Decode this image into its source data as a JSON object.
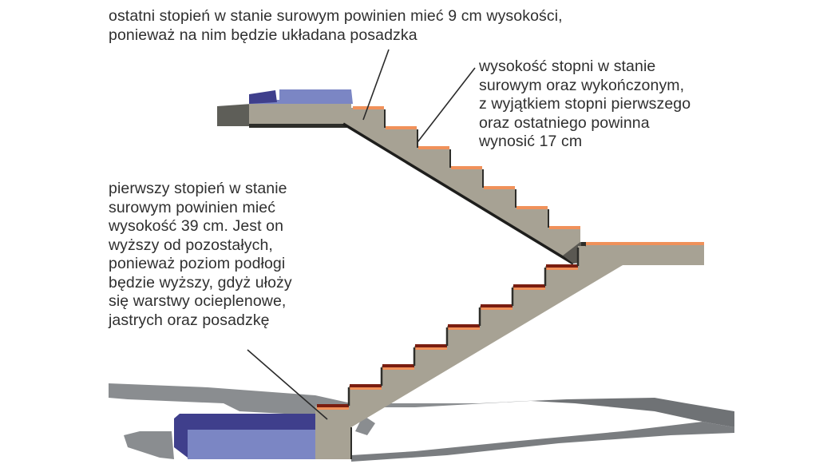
{
  "diagram": {
    "subject": "concrete staircase cross-section with landings",
    "colors": {
      "concrete": "#a7a294",
      "concrete_dark": "#5e5e58",
      "tread_orange": "#f0915a",
      "tread_dark_red": "#7a1d10",
      "finish_blue": "#7b86c4",
      "finish_blue_dark": "#3f3f8c",
      "shadow_grey": "#8a8d90",
      "leader_line": "#2a2a2a",
      "text": "#2f2f2f"
    },
    "annotations": {
      "last_step": {
        "lines": [
          "ostatni stopień w stanie surowym powinien mieć 9 cm wysokości,",
          "ponieważ na nim będzie układana posadzka"
        ]
      },
      "step_height": {
        "lines": [
          "wysokość stopni w stanie",
          "surowym oraz wykończonym,",
          "z wyjątkiem stopni pierwszego",
          "oraz ostatniego powinna",
          "wynosić 17 cm"
        ]
      },
      "first_step": {
        "lines": [
          "pierwszy stopień w stanie",
          "surowym powinien mieć",
          "wysokość 39 cm. Jest on",
          "wyższy od pozostałych,",
          "ponieważ poziom podłogi",
          "będzie wyższy, gdyż ułoży",
          "się warstwy ocieplenowe,",
          "jastrych oraz posadzkę"
        ]
      }
    }
  }
}
